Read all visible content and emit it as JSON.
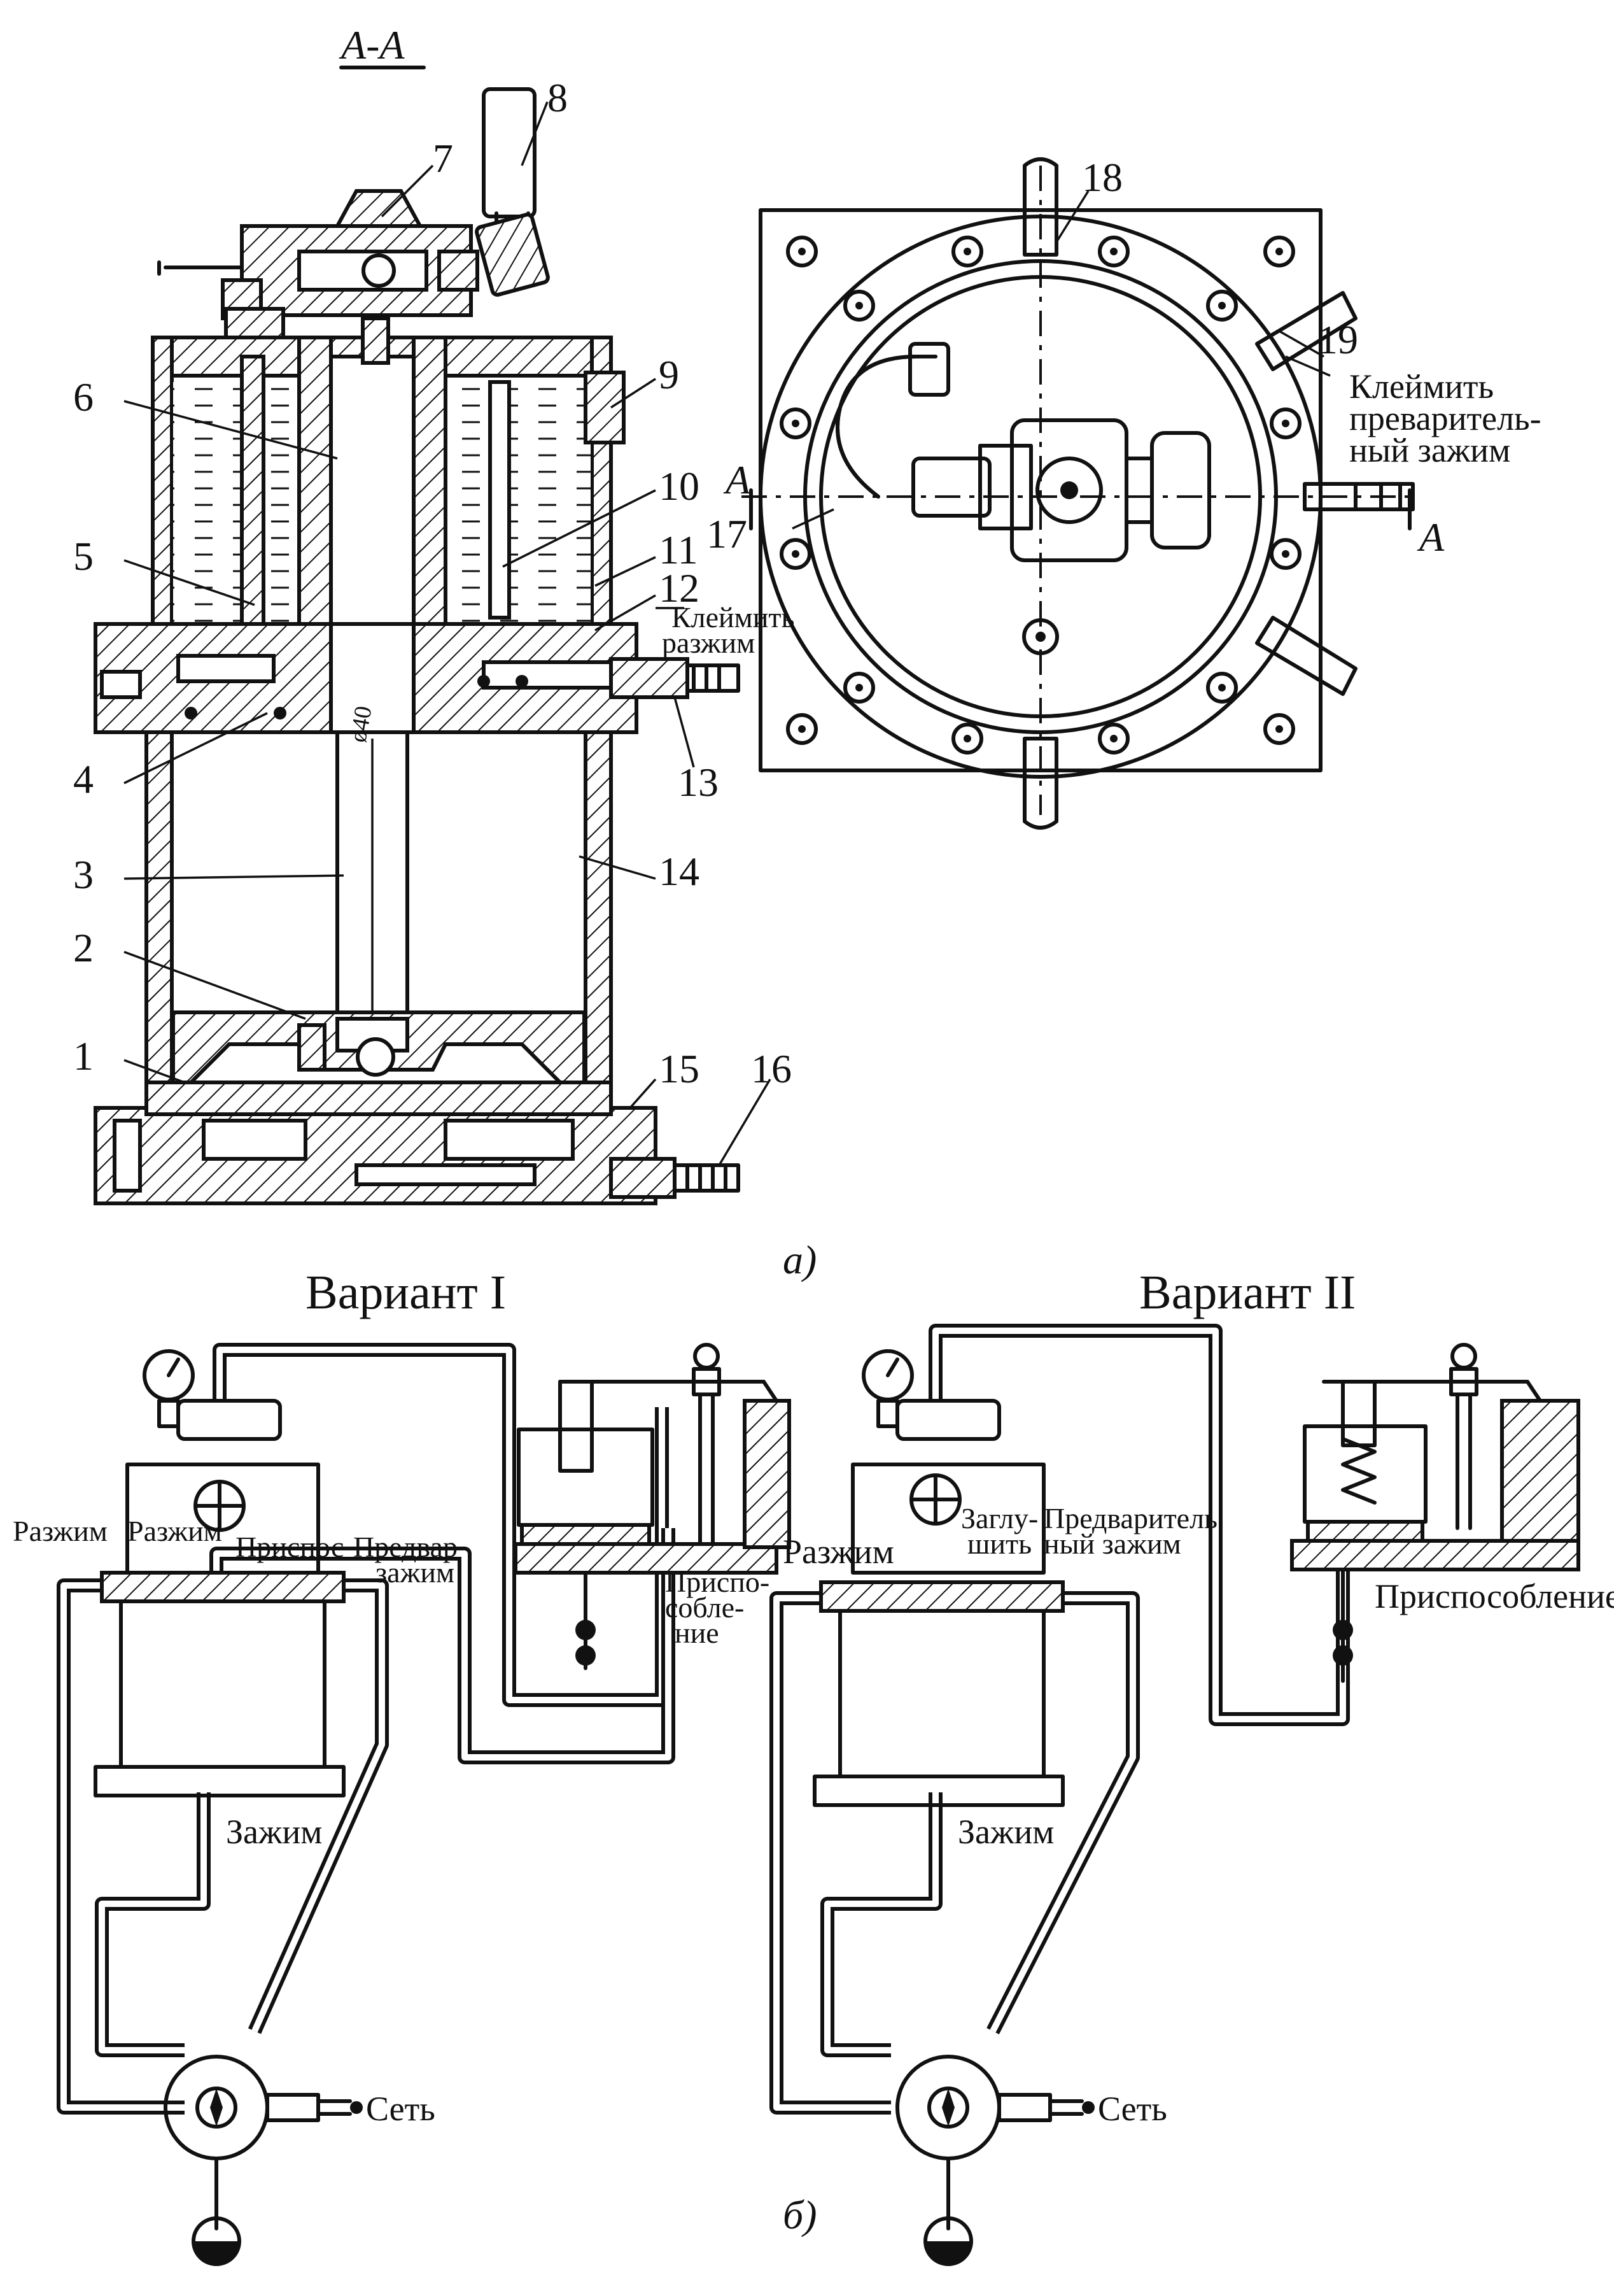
{
  "section_label": "А-А",
  "figure_a": {
    "tag": "а)",
    "part_numbers": [
      "1",
      "2",
      "3",
      "4",
      "5",
      "6",
      "7",
      "8",
      "9",
      "10",
      "11",
      "12",
      "13",
      "14",
      "15",
      "16",
      "17",
      "18",
      "19"
    ],
    "diameter_mark": "ø40",
    "notes": {
      "unclamp": [
        "Клеймить",
        "разжим"
      ],
      "preclamp": [
        "Клеймить",
        "преваритель-",
        "ный зажим"
      ]
    },
    "cut_marks": [
      "А",
      "А"
    ]
  },
  "figure_b": {
    "tag": "б)",
    "variant_1": {
      "title": "Вариант I",
      "labels": {
        "unclamp_left": "Разжим",
        "unclamp_right": "Разжим",
        "fixture_short": "Приспос",
        "preclamp_short": [
          "Предвар",
          "зажим"
        ],
        "clamp": "Зажим",
        "fixture": [
          "Приспо-",
          "собле-",
          "ние"
        ],
        "network": "Сеть"
      }
    },
    "variant_2": {
      "title": "Вариант II",
      "labels": {
        "unclamp": "Разжим",
        "plug": [
          "Заглу-",
          "шить"
        ],
        "preclamp": [
          "Предваритель",
          "ный зажим"
        ],
        "clamp": "Зажим",
        "fixture": "Приспособление",
        "network": "Сеть"
      }
    }
  }
}
